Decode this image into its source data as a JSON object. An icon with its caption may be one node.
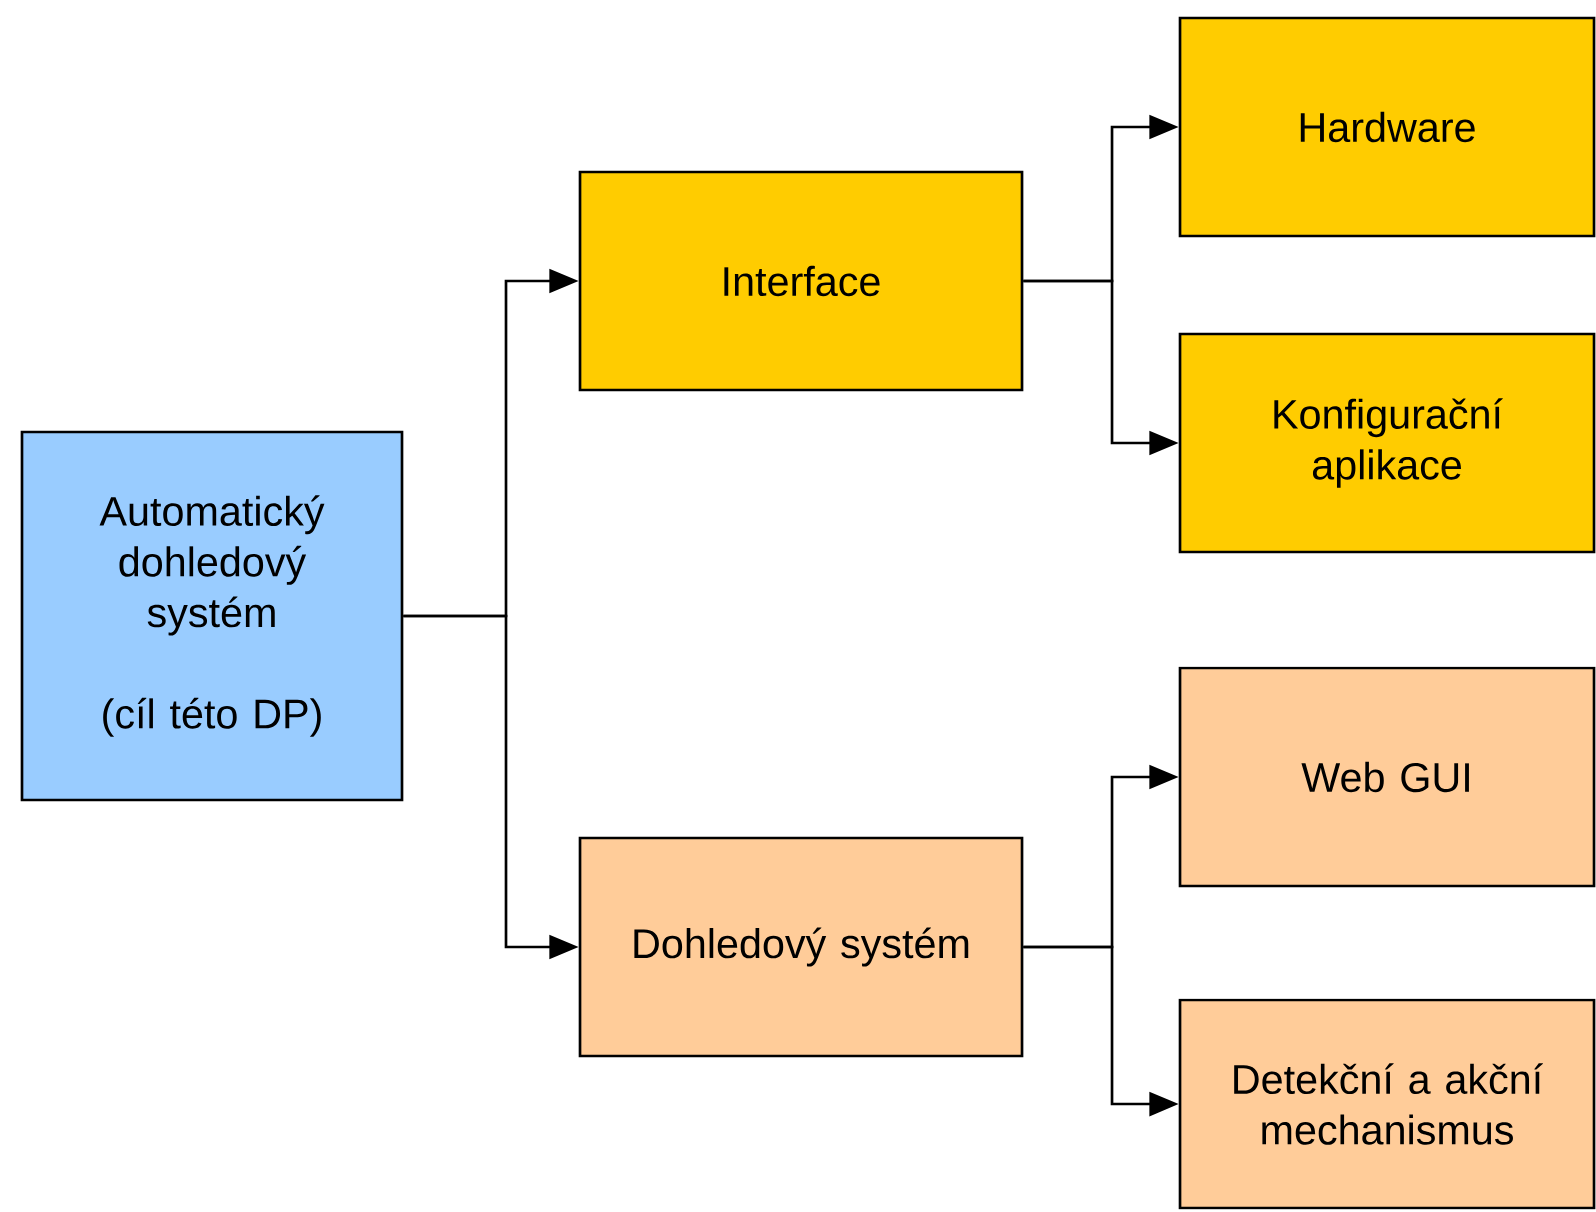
{
  "diagram": {
    "nodes": [
      {
        "text": [
          "Automatický dohledový systém",
          "(cíl této DP)"
        ]
      },
      {
        "text": [
          "Interface"
        ]
      },
      {
        "text": [
          "Hardware"
        ]
      },
      {
        "text": [
          "Konfigurační aplikace"
        ]
      },
      {
        "text": [
          "Dohledový systém"
        ]
      },
      {
        "text": [
          "Web GUI"
        ]
      },
      {
        "text": [
          "Detekční a akční mechanismus"
        ]
      }
    ],
    "edges": [
      {
        "from": 0,
        "to": 1,
        "arrow": "to"
      },
      {
        "from": 0,
        "to": 4,
        "arrow": "to"
      },
      {
        "from": 1,
        "to": 2,
        "arrow": "to"
      },
      {
        "from": 1,
        "to": 3,
        "arrow": "to"
      },
      {
        "from": 4,
        "to": 5,
        "arrow": "to"
      },
      {
        "from": 4,
        "to": 6,
        "arrow": "to"
      }
    ]
  }
}
